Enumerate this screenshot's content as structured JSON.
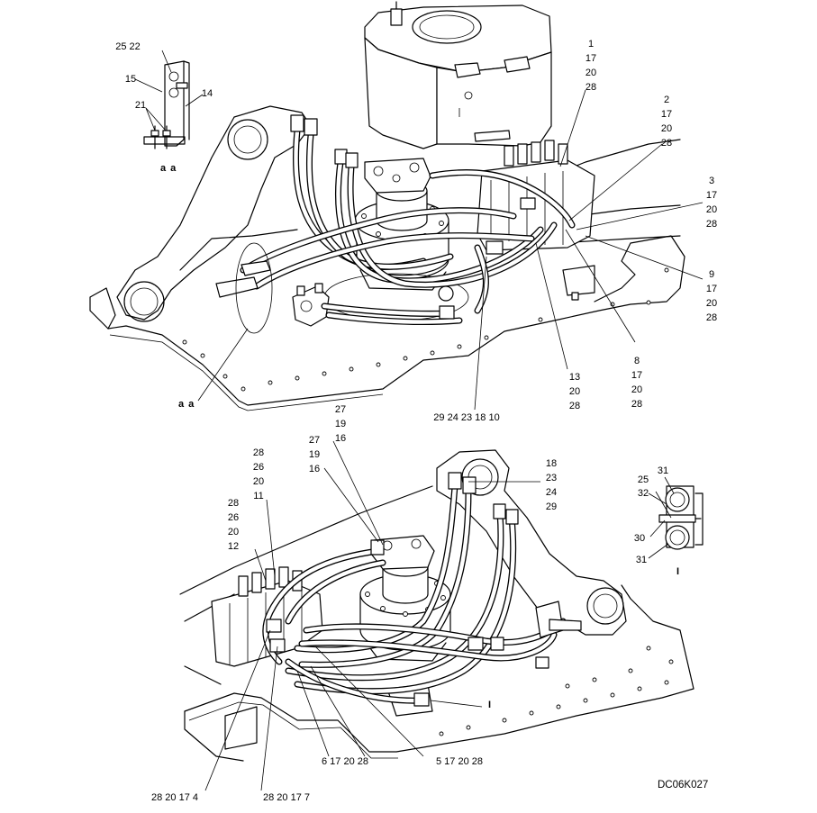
{
  "drawing_code": "DC06K027",
  "section_labels": {
    "section_aa_inset": "a a",
    "section_aa_main": "a a",
    "detail_i_inset": "I",
    "detail_i_pointer": "I"
  },
  "callouts": {
    "c1": [
      "1",
      "17",
      "20",
      "28"
    ],
    "c2": [
      "2",
      "17",
      "20",
      "28"
    ],
    "c3": [
      "3",
      "17",
      "20",
      "28"
    ],
    "c9": [
      "9",
      "17",
      "20",
      "28"
    ],
    "c8": [
      "8",
      "17",
      "20",
      "28"
    ],
    "c13": [
      "13",
      "20",
      "28"
    ],
    "c29row": "29  24  23  18  10",
    "inset_25_22": "25  22",
    "inset_15": "15",
    "inset_14": "14",
    "inset_21": "21",
    "c27a": [
      "27",
      "19",
      "16"
    ],
    "c27b": [
      "27",
      "19",
      "16"
    ],
    "c28_11": [
      "28",
      "26",
      "20",
      "11"
    ],
    "c28_12": [
      "28",
      "26",
      "20",
      "12"
    ],
    "c18": [
      "18",
      "23",
      "24",
      "29"
    ],
    "d25": "25",
    "d31a": "31",
    "d32": "32",
    "d30": "30",
    "d31b": "31",
    "row6": "6  17  20  28",
    "row5": "5  17  20  28",
    "row4": "28  20  17  4",
    "row7": "28  20  17  7"
  }
}
